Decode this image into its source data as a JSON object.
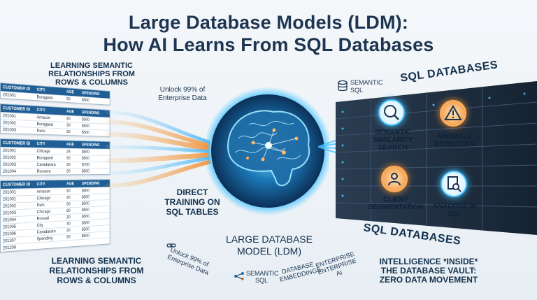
{
  "title": {
    "line1": "Large Database Models (LDM):",
    "line2": "How AI Learns From SQL Databases"
  },
  "left": {
    "top_label": "LEARNING SEMANTIC RELATIONSHIPS FROM ROWS & COLUMNS",
    "bottom_label": "LEARNING SEMANTIC RELATIONSHIPS FROM ROWS & COLUMNS",
    "columns": [
      "CUSTOMER ID",
      "CITY",
      "AGE",
      "SPENDING"
    ],
    "tables": [
      [
        [
          "201001",
          "Boragano",
          "30",
          "$500"
        ]
      ],
      [
        [
          "201001",
          "Amason",
          "30",
          "$500"
        ],
        [
          "201002",
          "Boragand",
          "30",
          "$500"
        ],
        [
          "201003",
          "Paris",
          "30",
          "$500"
        ]
      ],
      [
        [
          "201001",
          "Chicago",
          "28",
          "$500"
        ],
        [
          "201002",
          "Boragand",
          "30",
          "$500"
        ],
        [
          "201003",
          "Caradarara",
          "30",
          "$700"
        ],
        [
          "201004",
          "Rosvere",
          "30",
          "$500"
        ]
      ],
      [
        [
          "201001",
          "Amason",
          "30",
          "$500"
        ],
        [
          "201001",
          "Chicago",
          "30",
          "$500"
        ],
        [
          "201002",
          "Park",
          "30",
          "$500"
        ],
        [
          "201003",
          "Chicago",
          "30",
          "$500"
        ],
        [
          "201004",
          "Rosvail",
          "30",
          "$500"
        ],
        [
          "201005",
          "City",
          "30",
          "$500"
        ],
        [
          "201006",
          "Caradarara",
          "30",
          "$500"
        ],
        [
          "201307",
          "Spending",
          "30",
          "$500"
        ],
        [
          "201208",
          "",
          "",
          ""
        ]
      ]
    ]
  },
  "center": {
    "unlock_top": "Unlock 99% of Enterprise Data",
    "direct": "DIRECT TRAINING ON SQL TABLES",
    "ldm": "LARGE DATABASE MODEL (LDM)",
    "semantic_sql_top": "SEMANTIC SQL"
  },
  "right": {
    "sql_top": "SQL DATABASES",
    "sql_bottom": "SQL DATABASES",
    "capabilities": [
      {
        "label": "SEMANTIC SIMILARITY SEARCH",
        "icon": "search-icon"
      },
      {
        "label": "ANOMALY DETECTION",
        "icon": "warning-icon"
      },
      {
        "label": "CLIENT SEGMENTATION",
        "icon": "users-icon"
      },
      {
        "label": "ANALYSIS IN SQL",
        "icon": "document-search-icon"
      }
    ]
  },
  "bottom": {
    "unlock": "Unlock 99% of Enterprise Data",
    "semantic_sql": "SEMANTIC SQL",
    "db_embeddings": "DATABASE EMBEDDINGS",
    "enterprise_ai": "ENTERPRISE ENTERPRISE AI",
    "intel": "INTELLIGENCE *INSIDE* THE DATABASE VAULT: ZERO DATA MOVEMENT"
  },
  "colors": {
    "table_header": "#1f5f95",
    "stream_orange": "#f08a2c",
    "stream_blue": "#4fb8e8",
    "server_dark": "#1c2a3b",
    "glow": "#47c4ff"
  }
}
